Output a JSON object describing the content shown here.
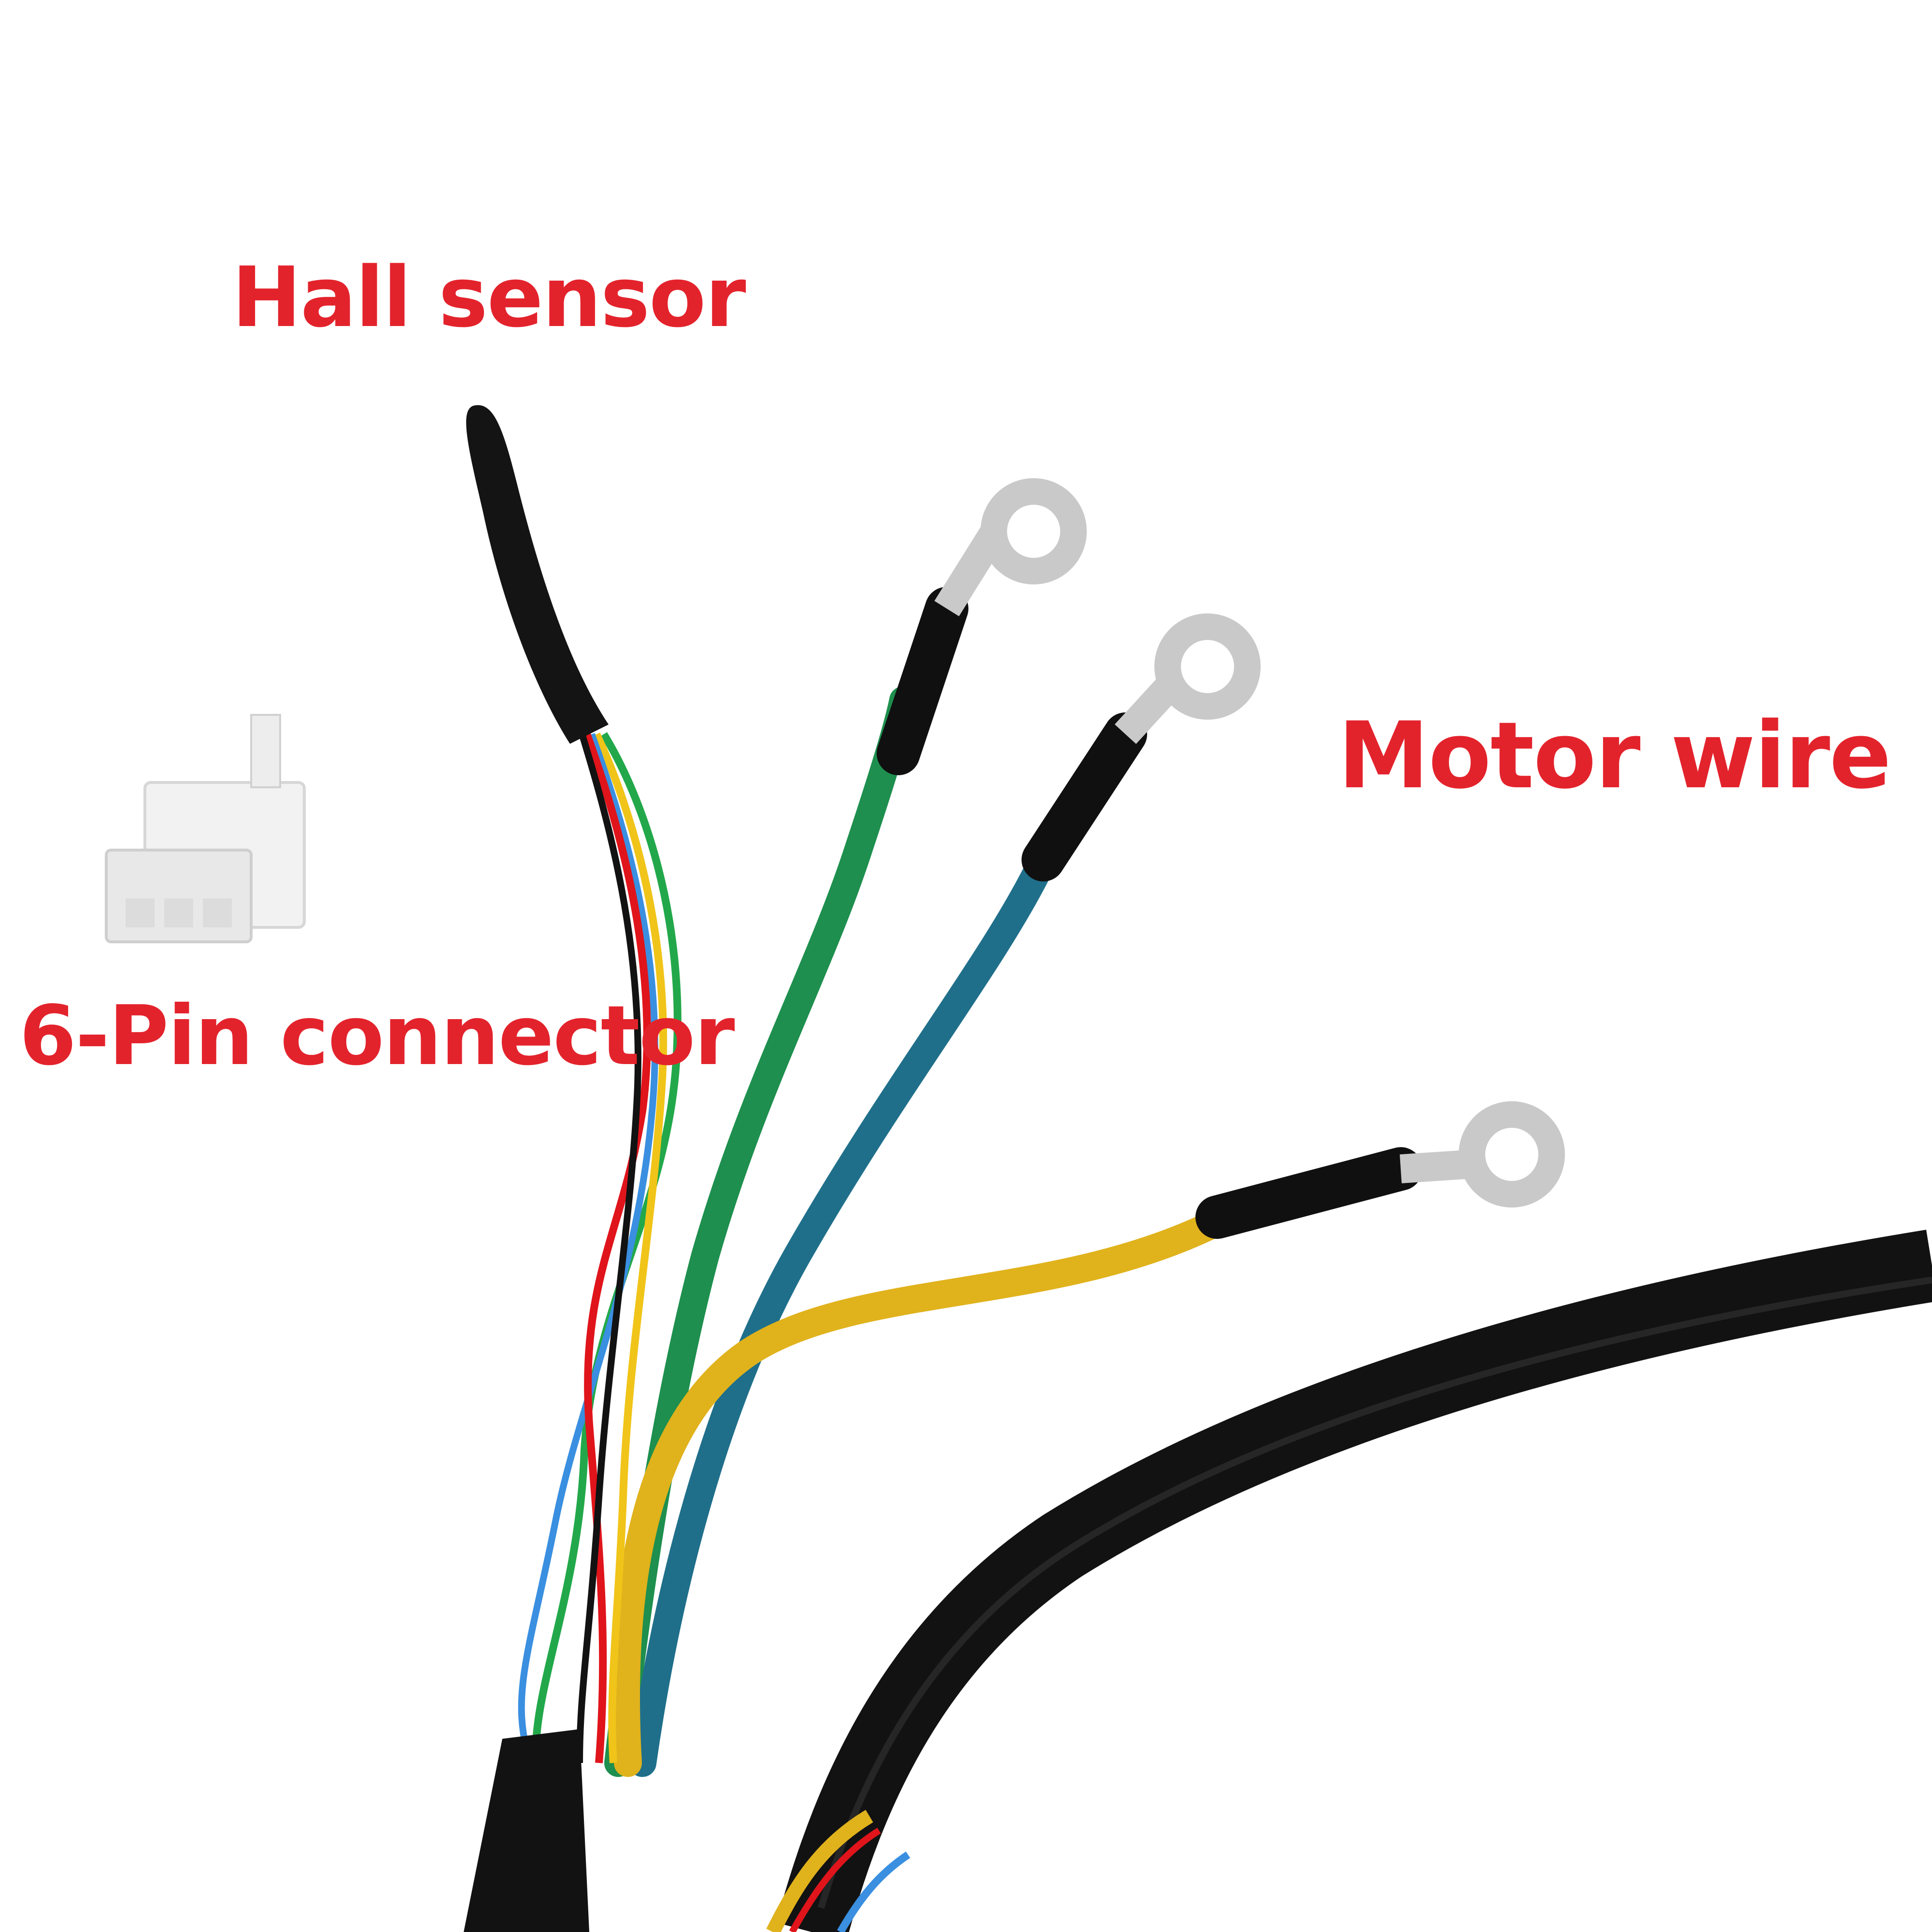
{
  "labels": {
    "hall_sensor": "Hall  sensor",
    "motor_wire": "Motor wire",
    "six_pin_connector": "6-Pin connector"
  },
  "colors": {
    "label_red": "#e3232c",
    "background": "#ffffff",
    "cable_black": "#121212",
    "wire_green": "#1e8f4e",
    "wire_blue_green": "#1f6f8a",
    "wire_yellow": "#e0b21c",
    "hall_red": "#e0141b",
    "hall_yellow": "#f0c419",
    "hall_blue": "#3a8fe0",
    "hall_green": "#22a84a",
    "terminal_silver": "#c9c9c9",
    "connector_white": "#f2f2f2"
  }
}
